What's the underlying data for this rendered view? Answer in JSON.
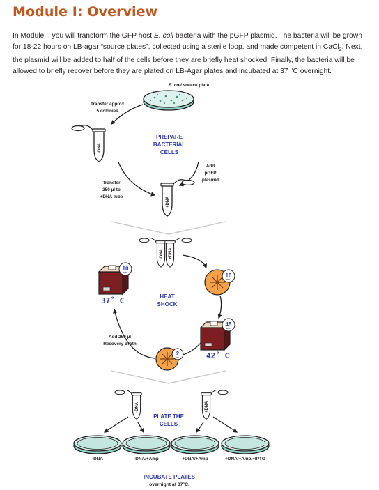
{
  "heading": "Module I: Overview",
  "intro": {
    "p1": "In Module I, you will transform the GFP host ",
    "p1_italic": "E. coli",
    "p2": " bacteria with the pGFP plasmid. The bacteria will be grown for 18-22 hours on LB-agar “source plates”, collected using a sterile loop, and made competent in CaCl",
    "p2_sub": "2",
    "p3": ". Next, the plasmid will be added to half of the cells before they are briefly heat shocked. Finally, the bacteria will be allowed to briefly recover before they are plated on LB-Agar plates and incubated at 37 °C overnight."
  },
  "diagram": {
    "source_plate_italic": "E. coli",
    "source_plate_rest": " source plate",
    "transfer_colonies": [
      "Transfer approx.",
      "5 colonies."
    ],
    "prepare": [
      "PREPARE",
      "BACTERIAL",
      "CELLS"
    ],
    "add_plasmid": [
      "Add",
      "pGFP",
      "plasmid"
    ],
    "transfer_250": [
      "Transfer",
      "250 µl to",
      "+DNA tube"
    ],
    "tube_minus": "-DNA",
    "tube_plus": "+DNA",
    "heat_shock": [
      "HEAT",
      "SHOCK"
    ],
    "temp_37": "37˚ C",
    "temp_42": "42˚ C",
    "timer_10a": "10",
    "timer_10b": "10",
    "timer_45": "45",
    "timer_2": "2",
    "unit_min": "min.",
    "unit_sec": "sec.",
    "recovery": [
      "Add 250 µl",
      "Recovery Broth"
    ],
    "plate_cells": [
      "PLATE THE",
      "CELLS"
    ],
    "plates": [
      "-DNA",
      "-DNA/+Amp",
      "+DNA/+Amp",
      "+DNA/+Amp/+IPTG"
    ],
    "incubate": "INCUBATE PLATES",
    "overnight": "overnight at 37°C."
  }
}
